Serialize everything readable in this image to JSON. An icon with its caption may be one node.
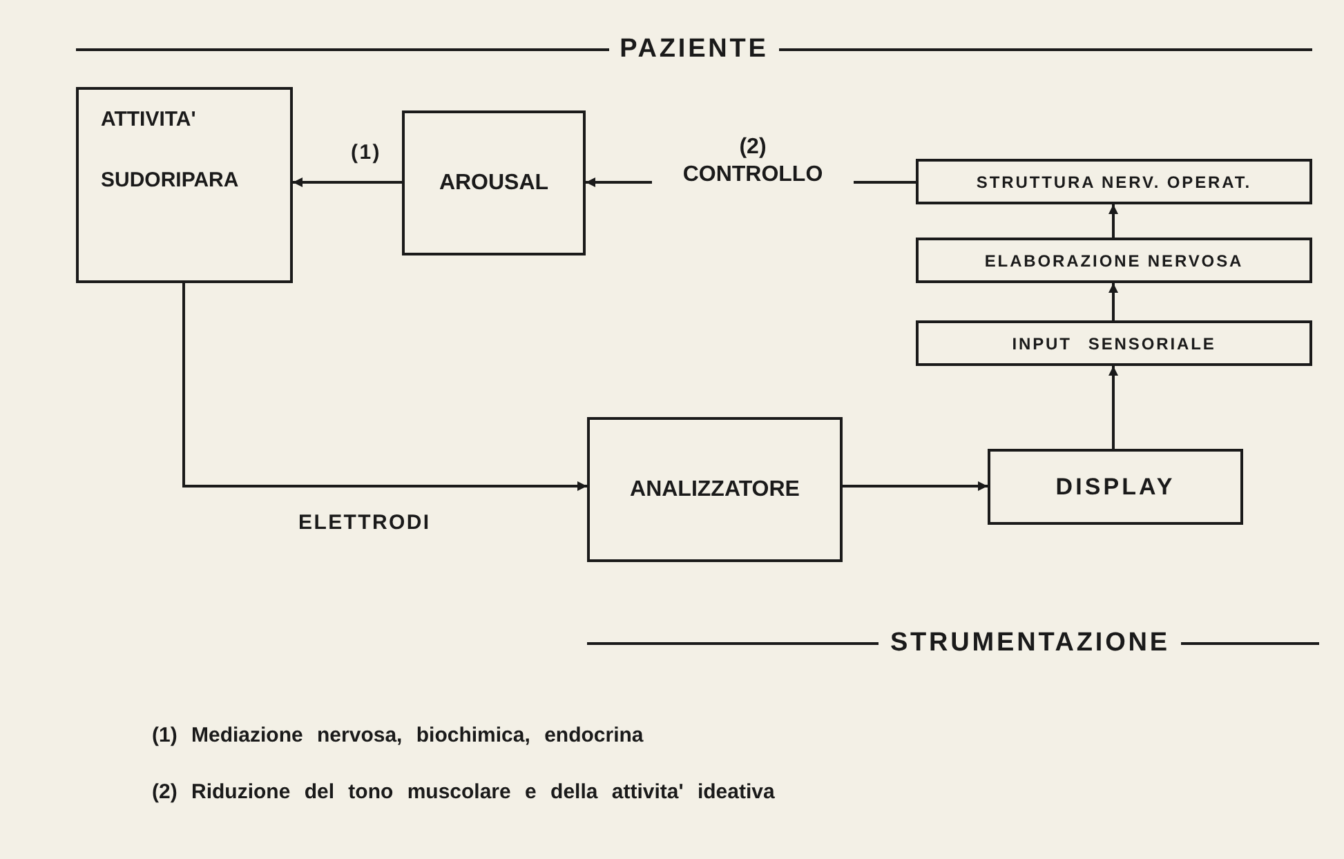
{
  "diagram": {
    "nodes": [
      {
        "text": [
          "ATTIVITA' SUDORIPARA"
        ]
      },
      {
        "text": [
          "AROUSAL"
        ]
      },
      {
        "text": [
          "(2)",
          "CONTROLLO"
        ]
      },
      {
        "text": [
          "STRUTTURA NERV. OPERAT."
        ]
      },
      {
        "text": [
          "ELABORAZIONE NERVOSA"
        ]
      },
      {
        "text": [
          "INPUT SENSORIALE"
        ]
      },
      {
        "text": [
          "ANALIZZATORE"
        ]
      },
      {
        "text": [
          "DISPLAY"
        ]
      }
    ],
    "edges": [
      {
        "from": 1,
        "to": 0,
        "arrow": "to",
        "label": "(1)"
      },
      {
        "from": 2,
        "to": 1,
        "arrow": "to"
      },
      {
        "from": 3,
        "to": 2,
        "arrow": "none"
      },
      {
        "from": 4,
        "to": 3,
        "arrow": "to"
      },
      {
        "from": 5,
        "to": 4,
        "arrow": "to"
      },
      {
        "from": 7,
        "to": 5,
        "arrow": "to"
      },
      {
        "from": 0,
        "to": 6,
        "arrow": "to",
        "label": "ELETTRODI"
      },
      {
        "from": 6,
        "to": 7,
        "arrow": "to"
      }
    ],
    "labels": [
      "PAZIENTE",
      "STRUMENTAZIONE",
      "(1) Mediazione nervosa, biochimica, endocrina",
      "(2) Riduzione del tono muscolare e della attivita' ideativa"
    ]
  }
}
